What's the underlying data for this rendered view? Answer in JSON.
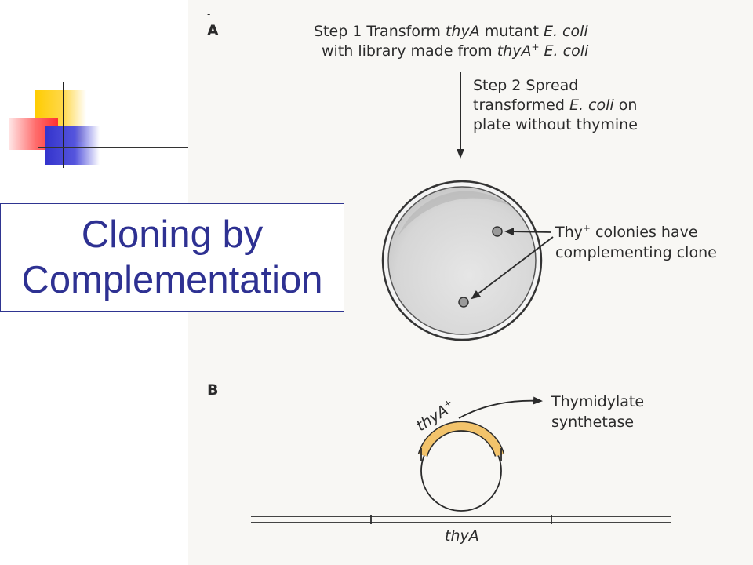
{
  "slide": {
    "title_line1": "Cloning by",
    "title_line2": "Complementation"
  },
  "panel_a": {
    "label": "A",
    "step1_line1_pre": "Step 1   Transform ",
    "step1_line1_gene": "thyA",
    "step1_line1_mid": " mutant ",
    "step1_line1_org": "E. coli",
    "step1_line2_pre": "with library made from ",
    "step1_line2_gene": "thyA",
    "step1_line2_sup": "+",
    "step1_line2_org": " E. coli",
    "step2_line1": "Step 2   Spread",
    "step2_line2_pre": "transformed ",
    "step2_line2_org": "E. coli",
    "step2_line2_post": " on",
    "step2_line3": "plate without thymine",
    "colonies_line1_pre": "Thy",
    "colonies_line1_sup": "+",
    "colonies_line1_post": " colonies have",
    "colonies_line2": "complementing clone"
  },
  "panel_b": {
    "label": "B",
    "insert_gene": "thyA",
    "insert_sup": "+",
    "product_line1": "Thymidylate",
    "product_line2": "synthetase",
    "chromosome_gene": "thyA"
  },
  "colors": {
    "title_text": "#2e3192",
    "title_border": "#2f3591",
    "insert_fill": "#f2c36b",
    "plate_fill": "#d9d9d9",
    "deco_yellow": "#ffcc00",
    "deco_red": "#ff3b3b",
    "deco_blue": "#3333cc"
  }
}
